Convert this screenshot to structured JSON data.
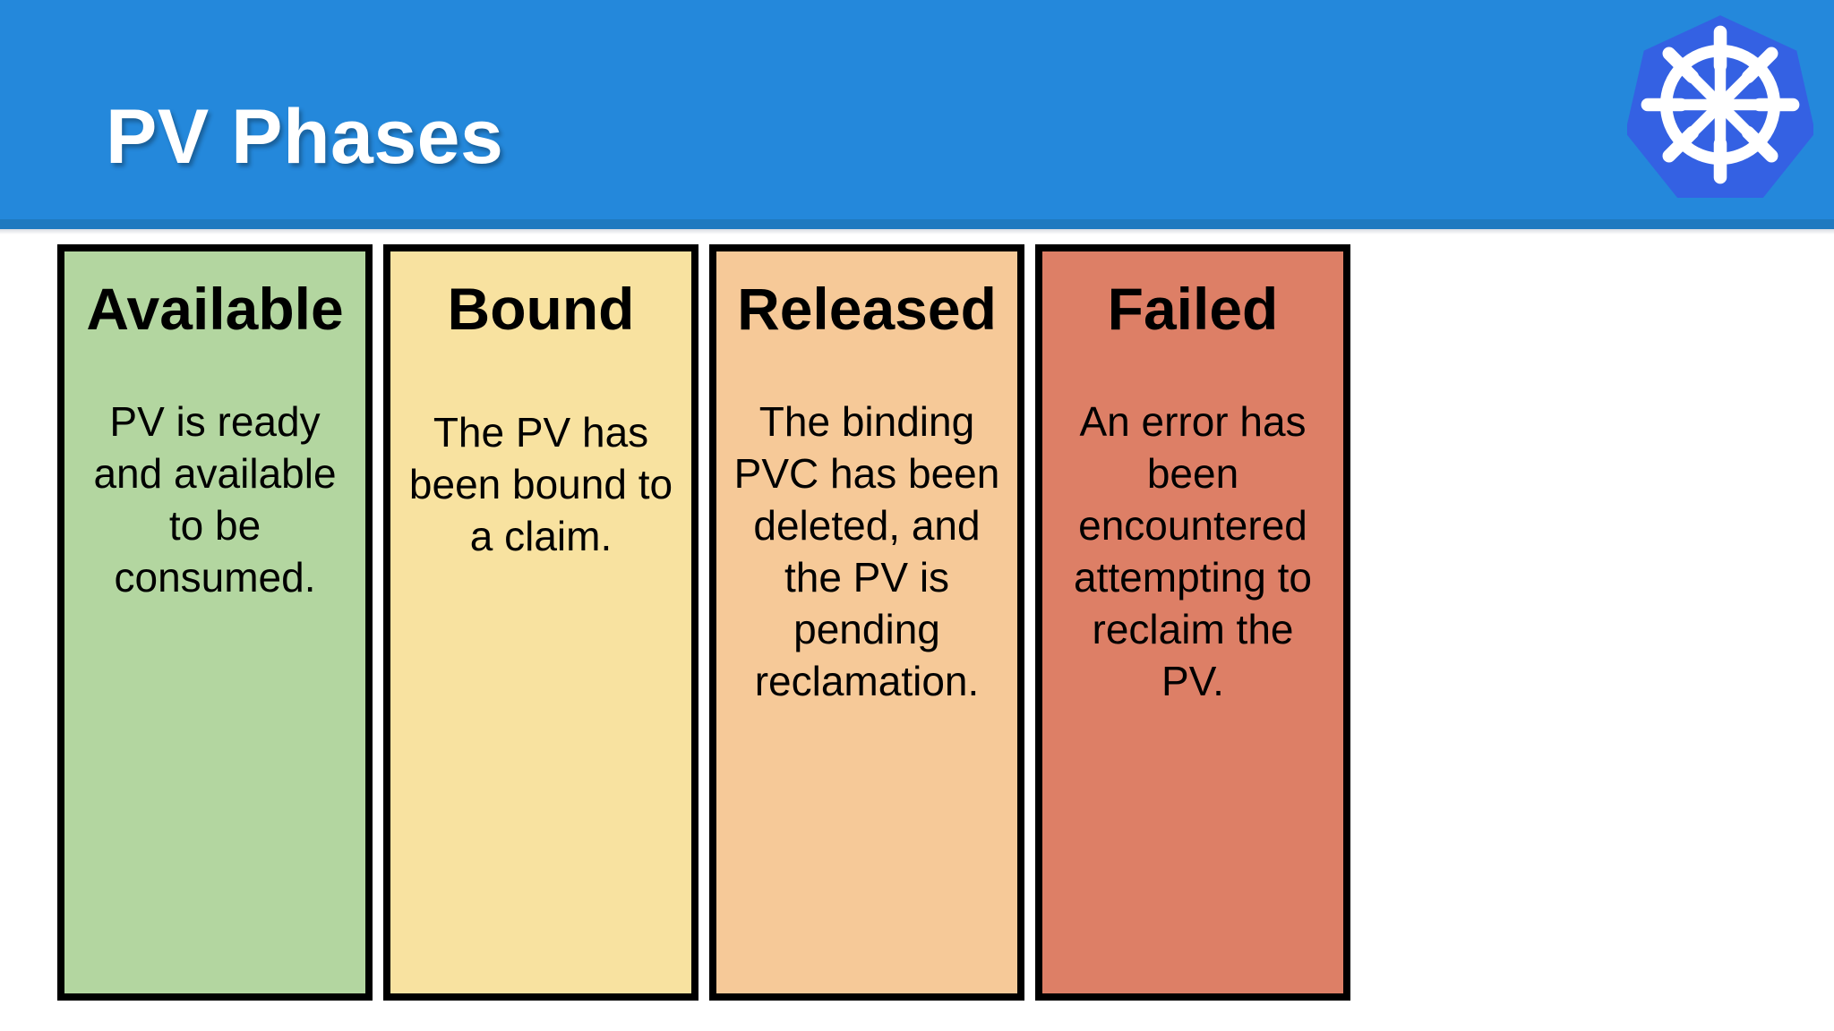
{
  "slide": {
    "title": "PV Phases",
    "background_color": "#ffffff"
  },
  "header": {
    "background_color": "#2488db",
    "underline_color": "#1f7ac0",
    "logo": {
      "icon_name": "kubernetes-logo",
      "heptagon_color": "#3461e3",
      "wheel_color": "#ffffff"
    }
  },
  "cards": [
    {
      "id": "available",
      "title": "Available",
      "description": "PV is ready and available to be consumed.",
      "background_color": "#b3d6a0",
      "border_color": "#000000"
    },
    {
      "id": "bound",
      "title": "Bound",
      "description": "The PV has been bound to a claim.",
      "background_color": "#f8e2a0",
      "border_color": "#000000"
    },
    {
      "id": "released",
      "title": "Released",
      "description": "The binding PVC has been deleted, and the PV is pending reclamation.",
      "background_color": "#f6c998",
      "border_color": "#000000"
    },
    {
      "id": "failed",
      "title": "Failed",
      "description": "An error has been encountered attempting to reclaim the PV.",
      "background_color": "#dd7f66",
      "border_color": "#000000"
    }
  ]
}
